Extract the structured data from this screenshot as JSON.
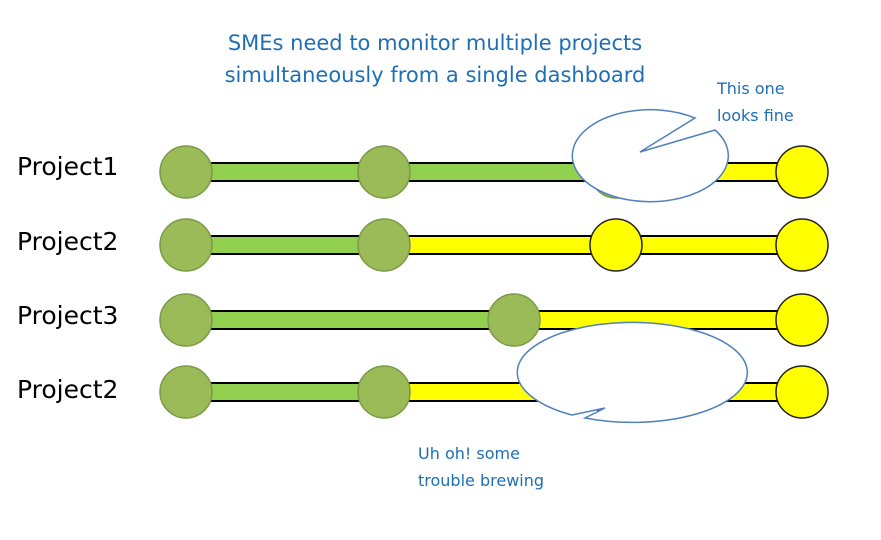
{
  "title": {
    "line1": "SMEs need to monitor multiple projects",
    "line2": "simultaneously from a single dashboard"
  },
  "colors": {
    "complete": "#9bbb59",
    "complete_bar": "#92d050",
    "pending": "#ffff00",
    "trouble": "#ff0000",
    "text_blue": "#1f6fb5"
  },
  "projects": [
    {
      "label": "Project1",
      "milestones": [
        "complete",
        "complete",
        "complete",
        "pending"
      ],
      "segments": [
        "complete",
        "complete",
        "pending"
      ]
    },
    {
      "label": "Project2",
      "milestones": [
        "complete",
        "complete",
        "pending",
        "pending"
      ],
      "segments": [
        "complete",
        "pending",
        "pending"
      ]
    },
    {
      "label": "Project3",
      "milestones": [
        "complete",
        "complete",
        "pending"
      ],
      "segments": [
        "complete",
        "pending"
      ]
    },
    {
      "label": "Project2",
      "milestones": [
        "complete",
        "complete",
        "trouble",
        "pending"
      ],
      "segments": [
        "complete",
        "pending",
        "pending"
      ]
    }
  ],
  "callouts": {
    "top": {
      "line1": "This one",
      "line2": "looks fine"
    },
    "bottom": {
      "line1": "Uh oh! some",
      "line2": "trouble brewing"
    }
  }
}
